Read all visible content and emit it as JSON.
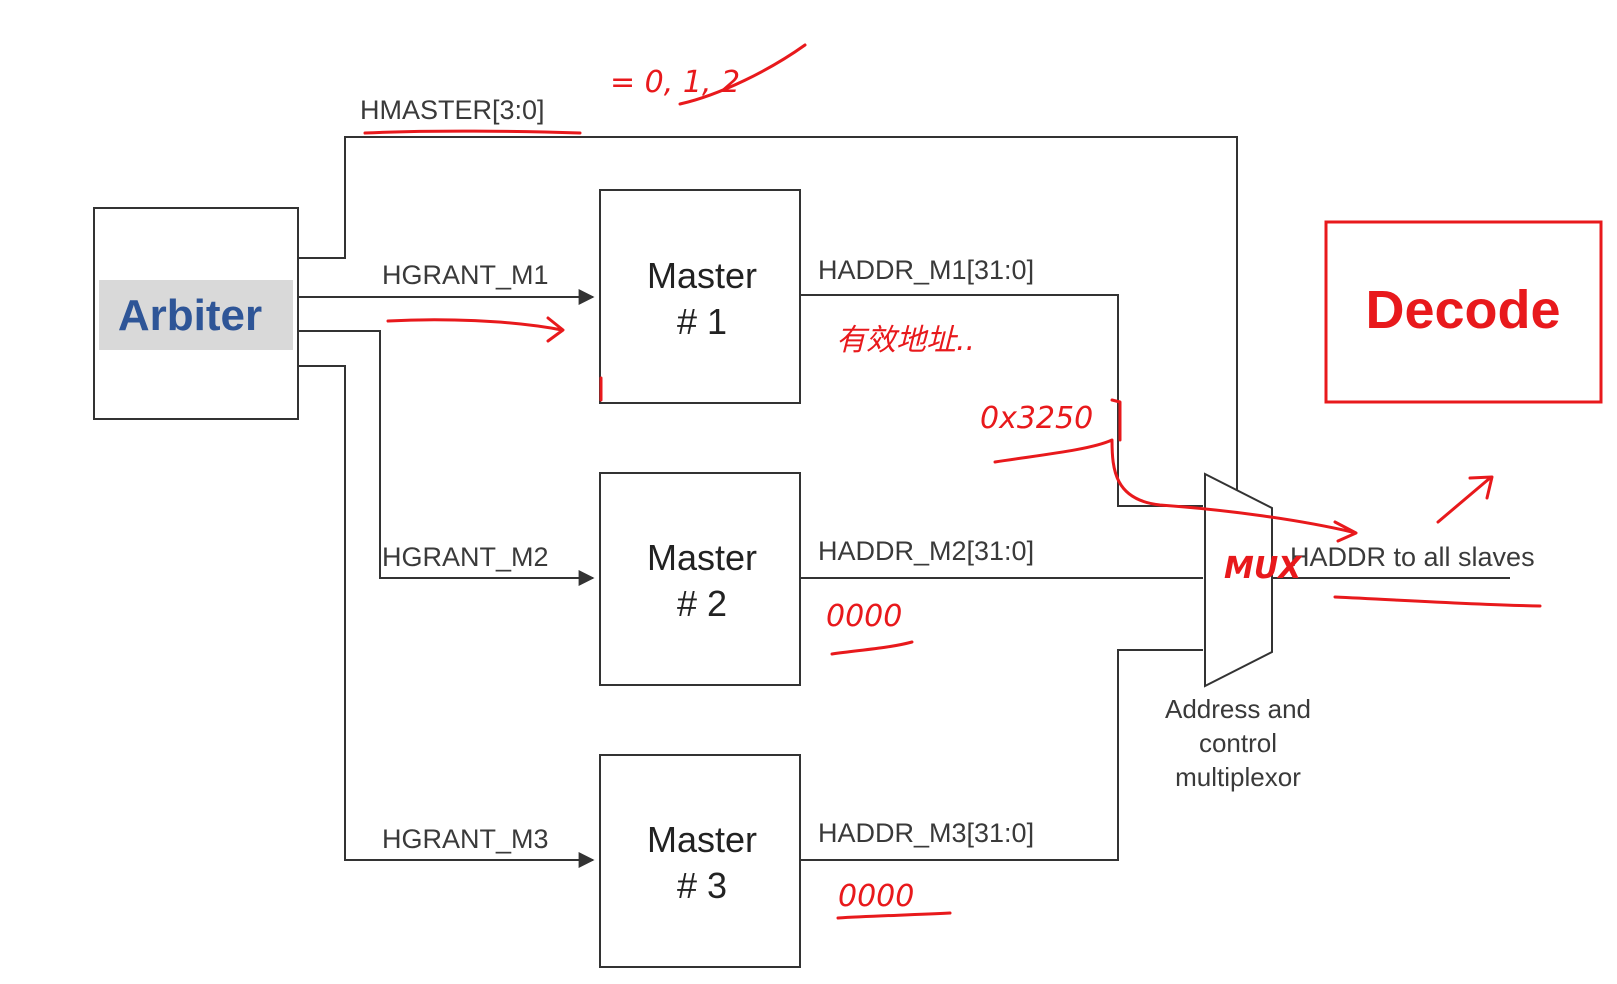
{
  "blocks": {
    "arbiter": "Arbiter",
    "master1": [
      "Master",
      "# 1"
    ],
    "master2": [
      "Master",
      "# 2"
    ],
    "master3": [
      "Master",
      "# 3"
    ],
    "decode": "Decode"
  },
  "signals": {
    "hmaster": "HMASTER[3:0]",
    "hgrant_m1": "HGRANT_M1",
    "hgrant_m2": "HGRANT_M2",
    "hgrant_m3": "HGRANT_M3",
    "haddr_m1": "HADDR_M1[31:0]",
    "haddr_m2": "HADDR_M2[31:0]",
    "haddr_m3": "HADDR_M3[31:0]",
    "haddr_out": "HADDR to all slaves"
  },
  "mux_caption": [
    "Address and",
    "control",
    "multiplexor"
  ],
  "handwritten": {
    "hmaster_value": "= 0, 1, 2",
    "m1_note": "有效地址..",
    "m1_addr": "0x3250",
    "m2_addr": "0000",
    "m3_addr": "0000",
    "mux": "MUX"
  },
  "colors": {
    "arbiter_text": "#2e5597",
    "arbiter_bg": "#d9d9d9",
    "annotation": "#e8191c",
    "wire": "#333333"
  }
}
